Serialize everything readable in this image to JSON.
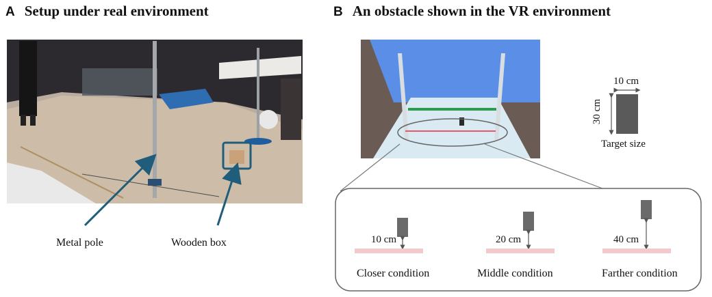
{
  "panel_a": {
    "letter": "A",
    "title": "Setup under real environment",
    "labels": {
      "metal_pole": "Metal  pole",
      "wooden_box": "Wooden box"
    }
  },
  "panel_b": {
    "letter": "B",
    "title": "An obstacle shown in the VR environment",
    "target": {
      "width_label": "10 cm",
      "height_label": "30 cm",
      "caption": "Target size"
    },
    "conditions": [
      {
        "distance": "10 cm",
        "name": "Closer condition"
      },
      {
        "distance": "20 cm",
        "name": "Middle condition"
      },
      {
        "distance": "40 cm",
        "name": "Farther condition"
      }
    ]
  },
  "colors": {
    "arrow": "#1f5d7a",
    "vr_sky": "#5b8ee6",
    "vr_wall": "#6b5b55",
    "vr_floor": "#d9eaf2",
    "green_line": "#2e9b4f",
    "red_line": "#e05a6a",
    "target_block": "#5a5a5a"
  }
}
